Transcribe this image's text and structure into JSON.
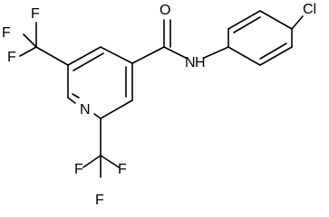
{
  "molecule": {
    "atoms": {
      "ring_n": "N",
      "amide_n": "N",
      "amide_h": "H",
      "carbonyl_o": "O",
      "chlorine": "Cl",
      "f1": "F",
      "f2": "F",
      "f3": "F",
      "f4": "F",
      "f5": "F",
      "f6": "F"
    }
  }
}
